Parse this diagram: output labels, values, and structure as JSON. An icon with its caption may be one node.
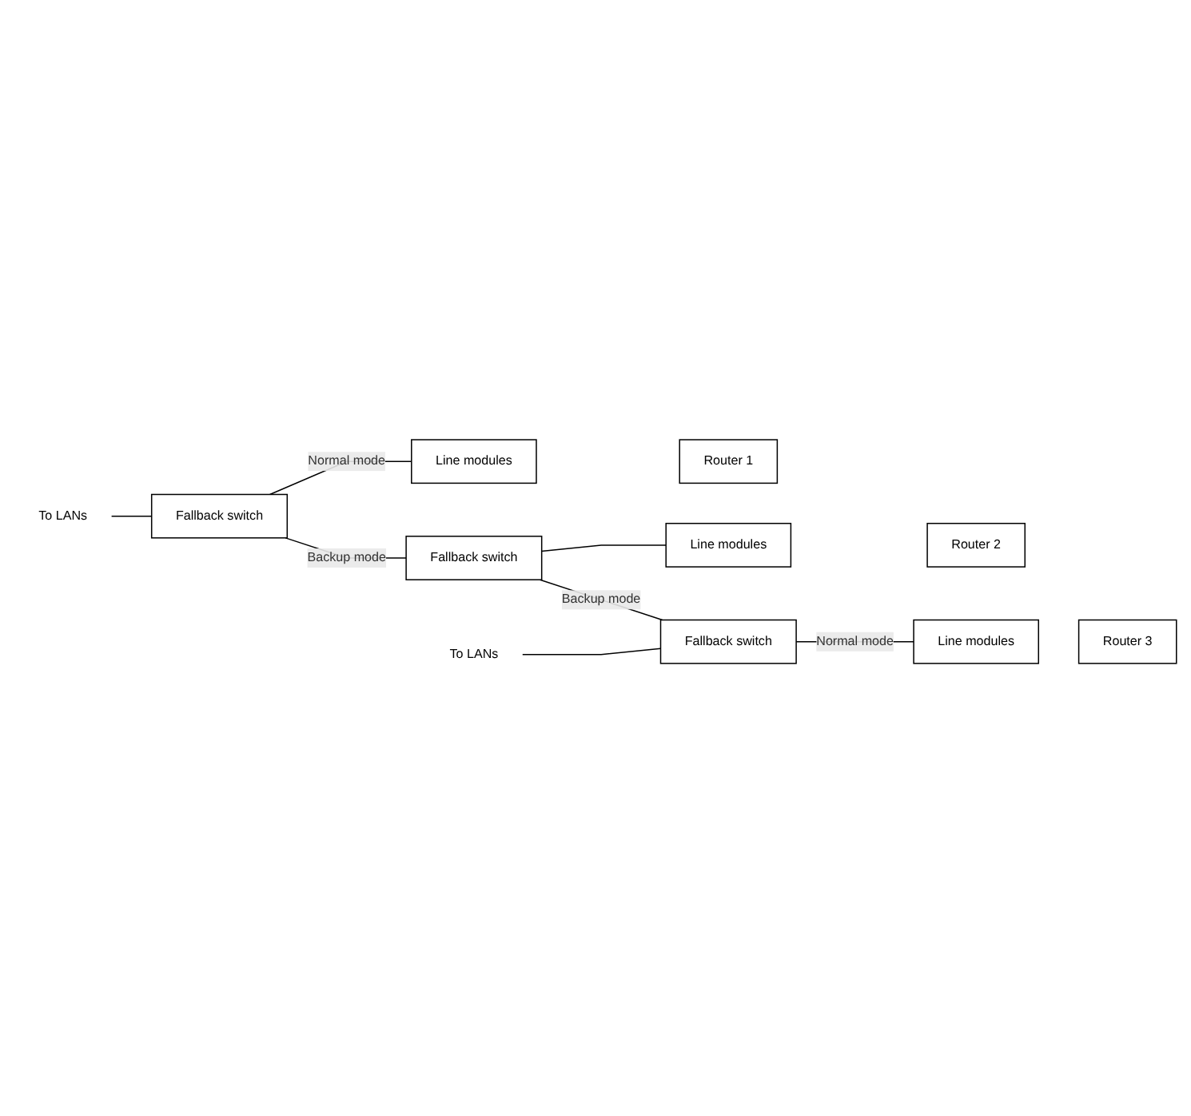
{
  "diagram": {
    "nodes": [
      {
        "text": [
          "To LANs"
        ]
      },
      {
        "text": [
          "Fallback switch"
        ]
      },
      {
        "text": [
          "Line modules"
        ]
      },
      {
        "text": [
          "Router 1"
        ]
      },
      {
        "text": [
          "Fallback switch"
        ]
      },
      {
        "text": [
          "Line modules"
        ]
      },
      {
        "text": [
          "Router 2"
        ]
      },
      {
        "text": [
          "To LANs"
        ]
      },
      {
        "text": [
          "Fallback switch"
        ]
      },
      {
        "text": [
          "Line modules"
        ]
      },
      {
        "text": [
          "Router 3"
        ]
      }
    ],
    "edges": [
      {
        "from": 0,
        "to": 1,
        "arrow": "none"
      },
      {
        "from": 1,
        "to": 2,
        "arrow": "none",
        "label": "Normal mode"
      },
      {
        "from": 1,
        "to": 4,
        "arrow": "none",
        "label": "Backup mode"
      },
      {
        "from": 4,
        "to": 5,
        "arrow": "none"
      },
      {
        "from": 4,
        "to": 8,
        "arrow": "none",
        "label": "Backup mode"
      },
      {
        "from": 7,
        "to": 8,
        "arrow": "none"
      },
      {
        "from": 8,
        "to": 9,
        "arrow": "none",
        "label": "Normal mode"
      }
    ]
  }
}
